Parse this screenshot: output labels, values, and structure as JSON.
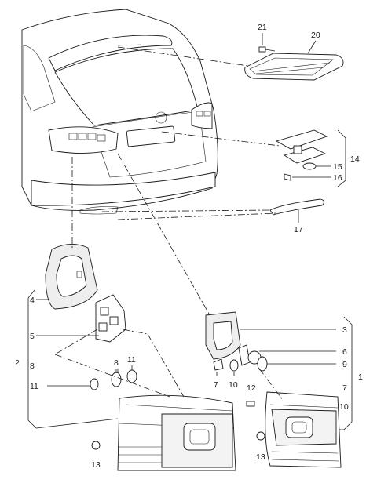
{
  "diagram": {
    "callouts": [
      {
        "id": "c1",
        "text": "1"
      },
      {
        "id": "c2",
        "text": "2"
      },
      {
        "id": "c3",
        "text": "3"
      },
      {
        "id": "c4",
        "text": "4"
      },
      {
        "id": "c5",
        "text": "5"
      },
      {
        "id": "c6",
        "text": "6"
      },
      {
        "id": "c7a",
        "text": "7"
      },
      {
        "id": "c7b",
        "text": "7"
      },
      {
        "id": "c8a",
        "text": "8"
      },
      {
        "id": "c8b",
        "text": "8"
      },
      {
        "id": "c9",
        "text": "9"
      },
      {
        "id": "c10a",
        "text": "10"
      },
      {
        "id": "c10b",
        "text": "10"
      },
      {
        "id": "c11a",
        "text": "11"
      },
      {
        "id": "c11b",
        "text": "11"
      },
      {
        "id": "c12",
        "text": "12"
      },
      {
        "id": "c13a",
        "text": "13"
      },
      {
        "id": "c13b",
        "text": "13"
      },
      {
        "id": "c14",
        "text": "14"
      },
      {
        "id": "c15",
        "text": "15"
      },
      {
        "id": "c16",
        "text": "16"
      },
      {
        "id": "c17",
        "text": "17"
      },
      {
        "id": "c20",
        "text": "20"
      },
      {
        "id": "c21",
        "text": "21"
      }
    ]
  }
}
